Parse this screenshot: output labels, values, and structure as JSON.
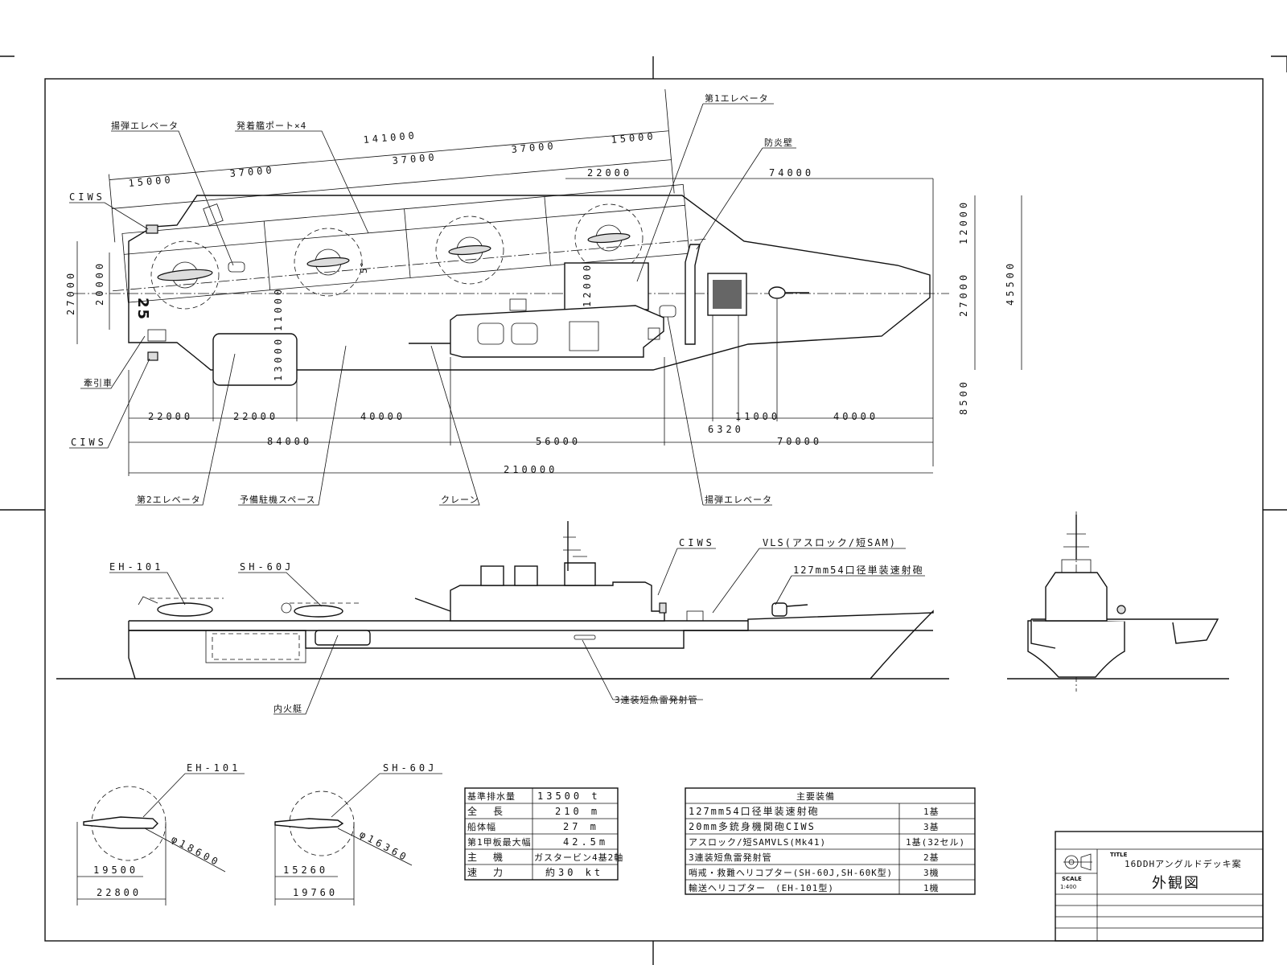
{
  "title_block": {
    "title_label": "TITLE",
    "title": "16DDHアングルドデッキ案",
    "scale_label": "SCALE",
    "scale": "1:400",
    "drawing_name": "外観図"
  },
  "plan_labels": {
    "ammo_elevator_1": "揚弾エレベータ",
    "landing_spots": "発着艦ポート×4",
    "elevator_1": "第1エレベータ",
    "blast_shield": "防炎壁",
    "ciws_top": "CIWS",
    "ciws_bottom": "CIWS",
    "tractor": "牽引車",
    "elevator_2": "第2エレベータ",
    "spare_parking": "予備駐機スペース",
    "crane": "クレーン",
    "ammo_elevator_2": "揚弾エレベータ",
    "deck_number": "25",
    "angle": "5°"
  },
  "dimensions": {
    "angled_total": "141000",
    "angled_seg_1": "15000",
    "angled_seg_2": "37000",
    "angled_seg_3": "37000",
    "angled_seg_4": "37000",
    "angled_seg_5": "15000",
    "elevator1_width": "22000",
    "bow_length": "74000",
    "right_12000": "12000",
    "right_27000": "27000",
    "right_45500": "45500",
    "right_8500": "8500",
    "left_27000": "27000",
    "left_20000": "20000",
    "elev1_12000": "12000",
    "elev2_11000": "11000",
    "elev2_13000": "13000",
    "row1_a": "22000",
    "row1_b": "22000",
    "row1_c": "40000",
    "row1_d": "11000",
    "row1_e": "40000",
    "row1_f": "6320",
    "row2_a": "84000",
    "row2_b": "56000",
    "row2_c": "70000",
    "total": "210000"
  },
  "profile_labels": {
    "eh101": "EH-101",
    "sh60j": "SH-60J",
    "ciws": "CIWS",
    "vls": "VLS(アスロック/短SAM)",
    "gun": "127mm54口径単装速射砲",
    "boat": "内火艇",
    "torpedo": "3連装短魚雷発射管"
  },
  "helicopters": {
    "eh101": {
      "label": "EH-101",
      "length": "19500",
      "overall": "22800",
      "rotor": "φ18600"
    },
    "sh60j": {
      "label": "SH-60J",
      "length": "15260",
      "overall": "19760",
      "rotor": "φ16360"
    }
  },
  "spec_table": [
    {
      "label": "基準排水量",
      "value": "13500 t"
    },
    {
      "label": "全　長",
      "value": "210 m"
    },
    {
      "label": "船体幅",
      "value": "27 m"
    },
    {
      "label": "第1甲板最大幅",
      "value": "42.5m"
    },
    {
      "label": "主　機",
      "value": "ガスタービン4基2軸"
    },
    {
      "label": "速　力",
      "value": "約30 kt"
    }
  ],
  "equipment_table": {
    "header": "主要装備",
    "rows": [
      {
        "item": "127mm54口径単装速射砲",
        "qty": "1基"
      },
      {
        "item": "20mm多銃身機関砲CIWS",
        "qty": "3基"
      },
      {
        "item": "アスロック/短SAMVLS(Mk41)",
        "qty": "1基(32セル)"
      },
      {
        "item": "3連装短魚雷発射管",
        "qty": "2基"
      },
      {
        "item": "哨戒・救難ヘリコプター(SH-60J,SH-60K型)",
        "qty": "3機"
      },
      {
        "item": "輸送ヘリコプター　(EH-101型)",
        "qty": "1機"
      }
    ]
  }
}
